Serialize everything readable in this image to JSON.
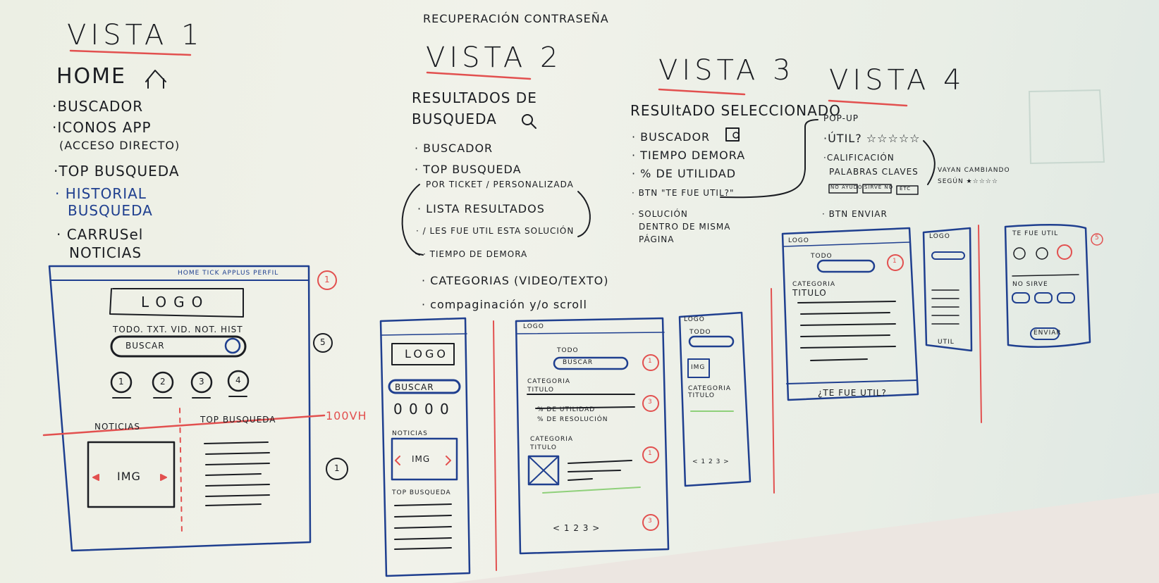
{
  "top_note": "RECUPERACIÓN CONTRASEÑA",
  "vista1": {
    "title": "VISTA 1",
    "subtitle": "HOME",
    "items": [
      "·BUSCADOR",
      "·ICONOS APP",
      "(ACCESO DIRECTO)",
      "·TOP BUSQUEDA",
      "· HISTORIAL",
      "BUSQUEDA",
      "· CARRUSel",
      "NOTICIAS"
    ],
    "nav": "HOME TICK APPLUS PERFIL",
    "logo": "LOGO",
    "filters": "TODO. TXT. VID. NOT. HIST",
    "search": "BUSCAR",
    "icons": [
      "1",
      "2",
      "3",
      "4"
    ],
    "news": "NOTICIAS",
    "top": "TOP BUSQUEDA",
    "img": "IMG",
    "vh": "100VH",
    "marks": [
      "1",
      "5",
      "1"
    ]
  },
  "vista2": {
    "title": "VISTA 2",
    "sub1": "RESULTADOS DE",
    "sub2": "BUSQUEDA",
    "items": [
      "· BUSCADOR",
      "· TOP BUSQUEDA",
      "POR TICKET / PERSONALIZADA",
      "· LISTA RESULTADOS",
      "· / LES FUE UTIL ESTA SOLUCIÓN",
      "· TIEMPO DE DEMORA",
      "· CATEGORIAS (VIDEO/TEXTO)",
      "· compaginación y/o scroll"
    ],
    "mobile": {
      "logo": "LOGO",
      "search": "BUSCAR",
      "icons": [
        "0",
        "0",
        "0",
        "0"
      ],
      "news": "NOTICIAS",
      "img": "IMG",
      "top": "TOP BUSQUEDA"
    },
    "desktop": {
      "logo": "LOGO",
      "todo": "TODO",
      "search": "BUSCAR",
      "cat": "CATEGORIA",
      "titulo": "TITULO",
      "util": "% DE UTILIDAD",
      "resol": "% DE RESOLUCIÓN",
      "pages": "< 1   2   3 >",
      "marks": [
        "1",
        "3",
        "1",
        "3"
      ]
    },
    "phone": {
      "logo": "LOGO",
      "todo": "TODO",
      "img": "IMG",
      "cat": "CATEGORIA",
      "titulo": "TITULO",
      "pages": "< 1 2 3 >"
    }
  },
  "vista3": {
    "title": "VISTA 3",
    "sub": "RESUltADO SELECCIONADO",
    "items": [
      "· BUSCADOR",
      "· TIEMPO DEMORA",
      "· % DE UTILIDAD",
      "· BTN \"TE FUE UTIL?\"",
      "· SOLUCIÓN",
      "DENTRO DE MISMA",
      "PÁGINA"
    ],
    "desktop": {
      "logo": "LOGO",
      "todo": "TODO",
      "cat": "CATEGORIA",
      "titulo": "TITULO",
      "footer": "¿TE FUE UTIL?",
      "mark": "1"
    },
    "phone": {
      "logo": "LOGO",
      "footer": "UTIL"
    }
  },
  "vista4": {
    "title": "VISTA 4",
    "items": [
      "POP-UP",
      "·ÚTIL? ☆☆☆☆☆",
      "·CALIFICACIÓN",
      "PALABRAS CLAVES",
      "· BTN ENVIAR"
    ],
    "note1": "VAYAN CAMBIANDO",
    "note2": "SEGÚN ★☆☆☆☆",
    "chips": [
      "NO AYUDÓ",
      "SIRVE NO",
      "ETC"
    ],
    "popup": {
      "title": "TE FUE UTIL",
      "q": "NO SIRVE",
      "send": "ENVIAR",
      "mark": "5"
    }
  }
}
